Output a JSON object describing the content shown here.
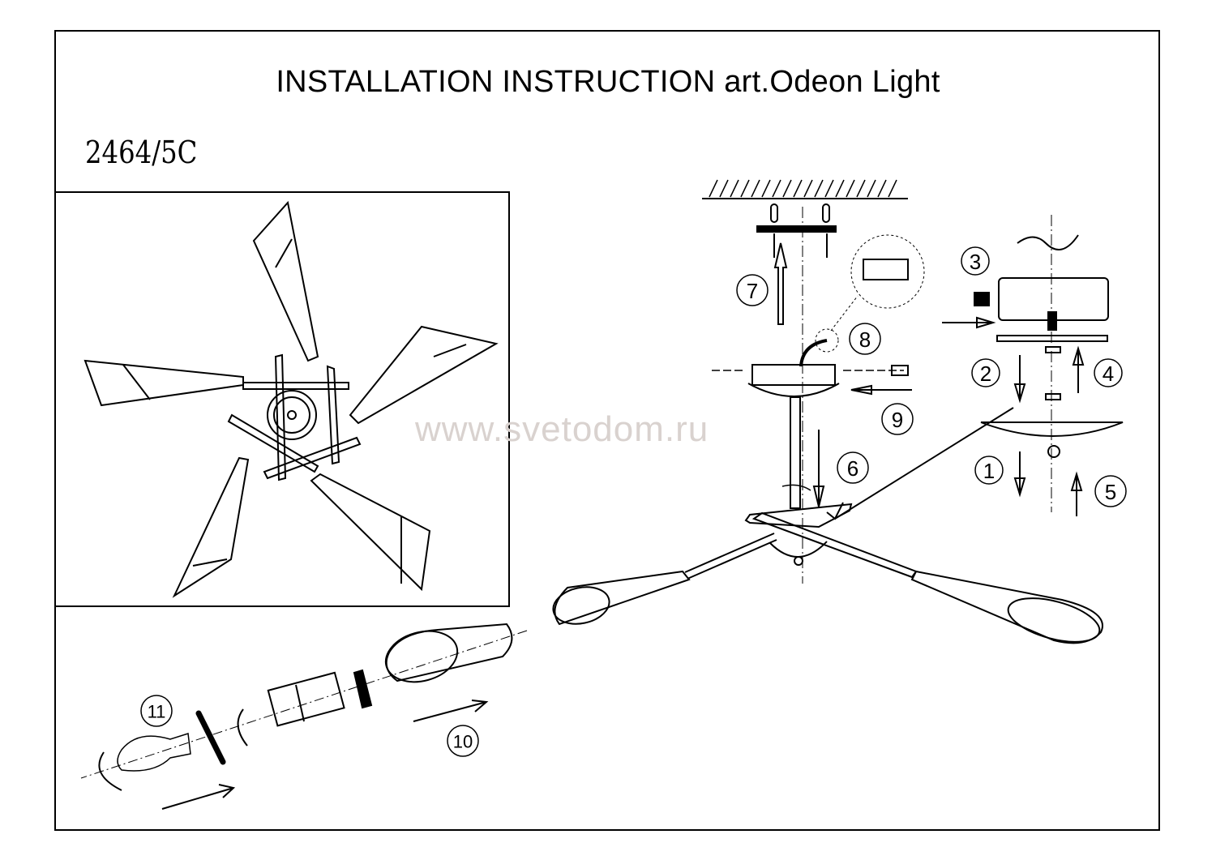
{
  "header": {
    "title": "INSTALLATION INSTRUCTION art.Odeon Light",
    "model": "2464/5C"
  },
  "watermark": "www.svetodom.ru",
  "steps": [
    "1",
    "2",
    "3",
    "4",
    "5",
    "6",
    "7",
    "8",
    "9",
    "10",
    "11"
  ]
}
